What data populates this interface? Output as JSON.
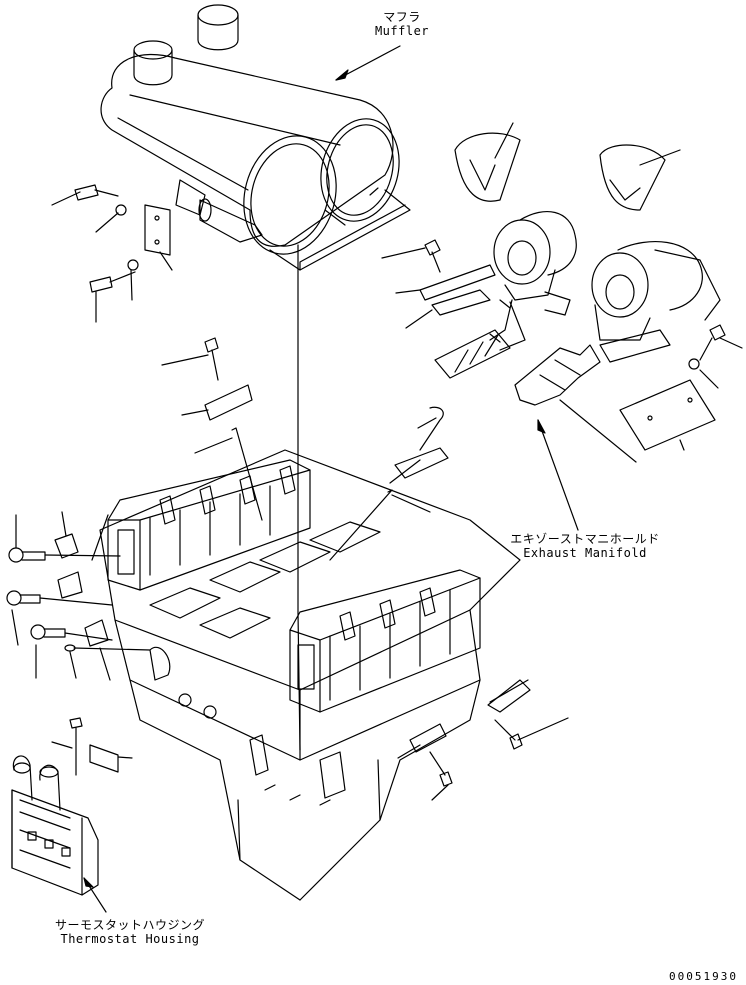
{
  "labels": {
    "muffler": {
      "ja": "マフラ",
      "en": "Muffler"
    },
    "exhaust_manifold": {
      "ja": "エキゾーストマニホールド",
      "en": "Exhaust Manifold"
    },
    "thermostat_housing": {
      "ja": "サーモスタットハウジング",
      "en": "Thermostat Housing"
    }
  },
  "drawing_number": "00051930"
}
